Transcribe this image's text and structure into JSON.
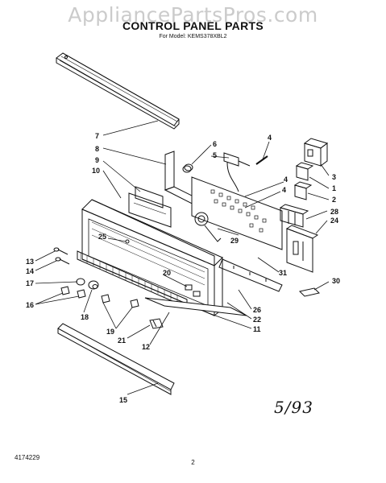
{
  "watermark": "AppliancePartsPros.com",
  "title": "CONTROL PANEL PARTS",
  "subtitle": "For Model: KEMS378XBL2",
  "footer_code": "4174229",
  "page_number": "2",
  "date_note": "5/93",
  "callouts": [
    {
      "id": "c7",
      "text": "7"
    },
    {
      "id": "c8",
      "text": "8"
    },
    {
      "id": "c9",
      "text": "9"
    },
    {
      "id": "c10",
      "text": "10"
    },
    {
      "id": "c6",
      "text": "6"
    },
    {
      "id": "c5",
      "text": "5"
    },
    {
      "id": "c4a",
      "text": "4"
    },
    {
      "id": "c4b",
      "text": "4"
    },
    {
      "id": "c4c",
      "text": "4"
    },
    {
      "id": "c3",
      "text": "3"
    },
    {
      "id": "c1",
      "text": "1"
    },
    {
      "id": "c2",
      "text": "2"
    },
    {
      "id": "c28",
      "text": "28"
    },
    {
      "id": "c24",
      "text": "24"
    },
    {
      "id": "c25",
      "text": "25"
    },
    {
      "id": "c29",
      "text": "29"
    },
    {
      "id": "c13",
      "text": "13"
    },
    {
      "id": "c14",
      "text": "14"
    },
    {
      "id": "c17",
      "text": "17"
    },
    {
      "id": "c16",
      "text": "16"
    },
    {
      "id": "c18",
      "text": "18"
    },
    {
      "id": "c20",
      "text": "20"
    },
    {
      "id": "c31",
      "text": "31"
    },
    {
      "id": "c30",
      "text": "30"
    },
    {
      "id": "c26",
      "text": "26"
    },
    {
      "id": "c22",
      "text": "22"
    },
    {
      "id": "c11",
      "text": "11"
    },
    {
      "id": "c19",
      "text": "19"
    },
    {
      "id": "c21",
      "text": "21"
    },
    {
      "id": "c12",
      "text": "12"
    },
    {
      "id": "c15",
      "text": "15"
    }
  ]
}
